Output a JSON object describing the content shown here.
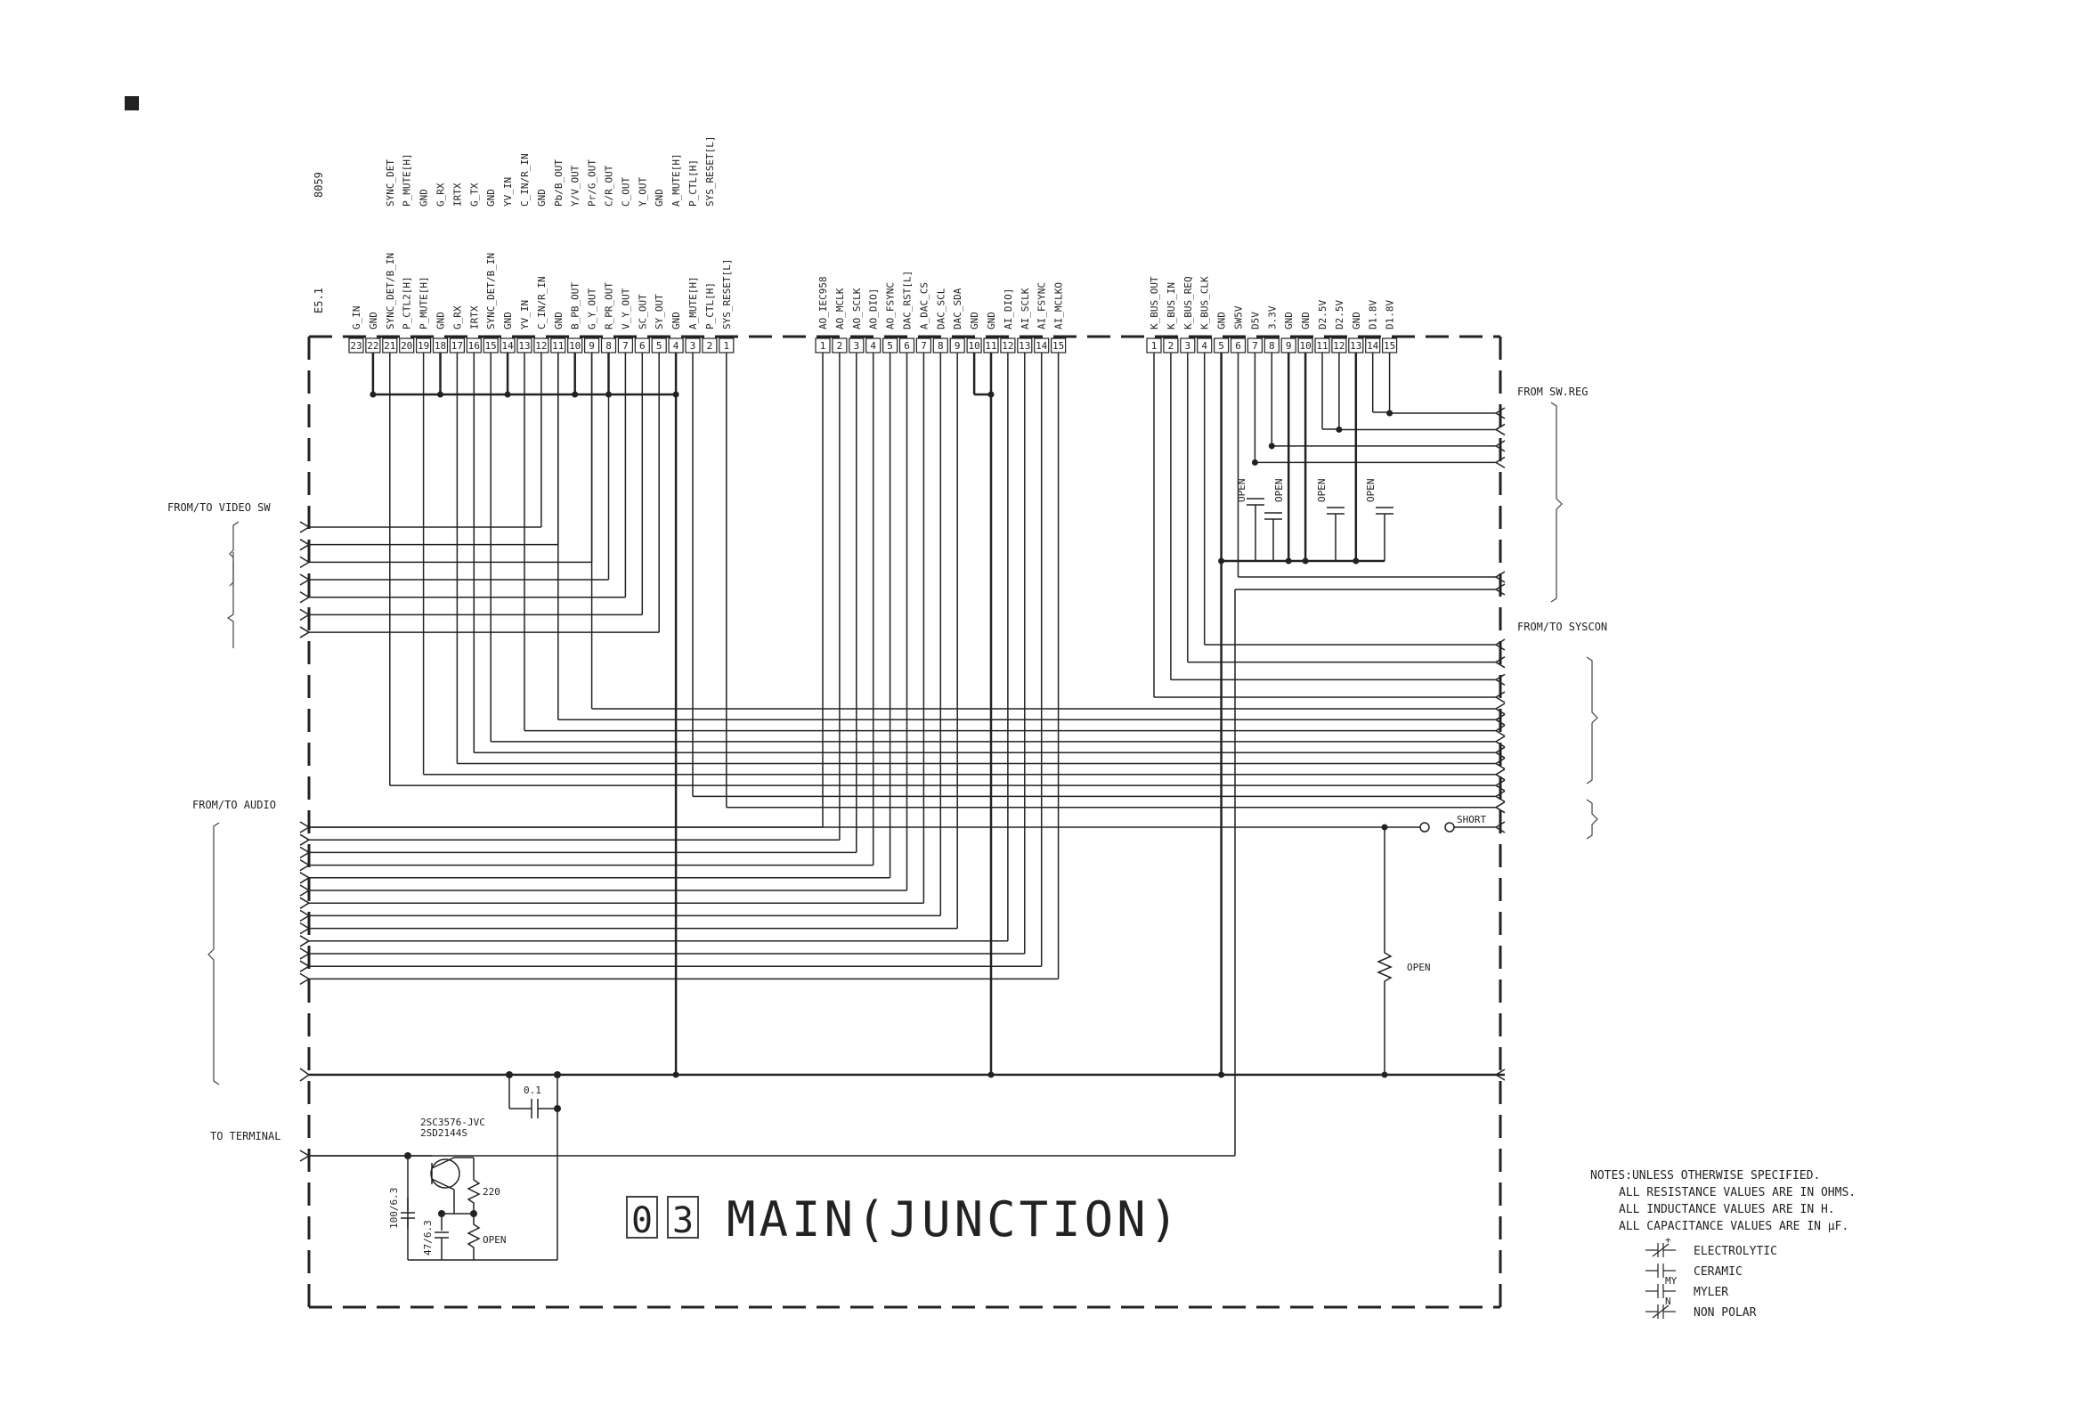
{
  "board": {
    "number_digits": [
      "0",
      "3"
    ],
    "title": "MAIN(JUNCTION)",
    "header_labels": [
      "E5.1",
      "8059"
    ]
  },
  "connectors": [
    {
      "pins": [
        {
          "n": "23",
          "set_a": "G_IN",
          "set_b": ""
        },
        {
          "n": "22",
          "set_a": "GND",
          "set_b": ""
        },
        {
          "n": "21",
          "set_a": "SYNC_DET/B_IN",
          "set_b": "SYNC_DET"
        },
        {
          "n": "20",
          "set_a": "P_CTL2[H]",
          "set_b": "P_MUTE[H]"
        },
        {
          "n": "19",
          "set_a": "P_MUTE[H]",
          "set_b": "GND"
        },
        {
          "n": "18",
          "set_a": "GND",
          "set_b": "G_RX"
        },
        {
          "n": "17",
          "set_a": "G_RX",
          "set_b": "IRTX"
        },
        {
          "n": "16",
          "set_a": "IRTX",
          "set_b": "G_TX"
        },
        {
          "n": "15",
          "set_a": "SYNC_DET/B_IN",
          "set_b": "GND"
        },
        {
          "n": "14",
          "set_a": "GND",
          "set_b": "YV_IN"
        },
        {
          "n": "13",
          "set_a": "YV_IN",
          "set_b": "C_IN/R_IN"
        },
        {
          "n": "12",
          "set_a": "C_IN/R_IN",
          "set_b": "GND"
        },
        {
          "n": "11",
          "set_a": "GND",
          "set_b": "Pb/B_OUT"
        },
        {
          "n": "10",
          "set_a": "B_PB_OUT",
          "set_b": "Y/V_OUT"
        },
        {
          "n": "9",
          "set_a": "G_Y_OUT",
          "set_b": "Pr/G_OUT"
        },
        {
          "n": "8",
          "set_a": "R_PR_OUT",
          "set_b": "C/R_OUT"
        },
        {
          "n": "7",
          "set_a": "V_Y_OUT",
          "set_b": "C_OUT"
        },
        {
          "n": "6",
          "set_a": "SC_OUT",
          "set_b": "Y_OUT"
        },
        {
          "n": "5",
          "set_a": "SY_OUT",
          "set_b": "GND"
        },
        {
          "n": "4",
          "set_a": "GND",
          "set_b": "A_MUTE[H]"
        },
        {
          "n": "3",
          "set_a": "A_MUTE[H]",
          "set_b": "P_CTL[H]"
        },
        {
          "n": "2",
          "set_a": "P_CTL[H]",
          "set_b": "SYS_RESET[L]"
        },
        {
          "n": "1",
          "set_a": "SYS_RESET[L]",
          "set_b": ""
        }
      ]
    },
    {
      "pins": [
        {
          "n": "1",
          "set_a": "AO_IEC958",
          "set_b": ""
        },
        {
          "n": "2",
          "set_a": "AO_MCLK",
          "set_b": ""
        },
        {
          "n": "3",
          "set_a": "AO_SCLK",
          "set_b": ""
        },
        {
          "n": "4",
          "set_a": "AO_DIO]",
          "set_b": ""
        },
        {
          "n": "5",
          "set_a": "AO_FSYNC",
          "set_b": ""
        },
        {
          "n": "6",
          "set_a": "DAC_RST[L]",
          "set_b": ""
        },
        {
          "n": "7",
          "set_a": "A_DAC_CS",
          "set_b": ""
        },
        {
          "n": "8",
          "set_a": "DAC_SCL",
          "set_b": ""
        },
        {
          "n": "9",
          "set_a": "DAC_SDA",
          "set_b": ""
        },
        {
          "n": "10",
          "set_a": "GND",
          "set_b": ""
        },
        {
          "n": "11",
          "set_a": "GND",
          "set_b": ""
        },
        {
          "n": "12",
          "set_a": "AI_DIO]",
          "set_b": ""
        },
        {
          "n": "13",
          "set_a": "AI_SCLK",
          "set_b": ""
        },
        {
          "n": "14",
          "set_a": "AI_FSYNC",
          "set_b": ""
        },
        {
          "n": "15",
          "set_a": "AI_MCLKO",
          "set_b": ""
        }
      ]
    },
    {
      "pins": [
        {
          "n": "1",
          "set_a": "K_BUS_OUT",
          "set_b": ""
        },
        {
          "n": "2",
          "set_a": "K_BUS_IN",
          "set_b": ""
        },
        {
          "n": "3",
          "set_a": "K_BUS_REQ",
          "set_b": ""
        },
        {
          "n": "4",
          "set_a": "K_BUS_CLK",
          "set_b": ""
        },
        {
          "n": "5",
          "set_a": "GND",
          "set_b": ""
        },
        {
          "n": "6",
          "set_a": "SW5V",
          "set_b": ""
        },
        {
          "n": "7",
          "set_a": "D5V",
          "set_b": ""
        },
        {
          "n": "8",
          "set_a": "3.3V",
          "set_b": ""
        },
        {
          "n": "9",
          "set_a": "GND",
          "set_b": ""
        },
        {
          "n": "10",
          "set_a": "GND",
          "set_b": ""
        },
        {
          "n": "11",
          "set_a": "D2.5V",
          "set_b": ""
        },
        {
          "n": "12",
          "set_a": "D2.5V",
          "set_b": ""
        },
        {
          "n": "13",
          "set_a": "GND",
          "set_b": ""
        },
        {
          "n": "14",
          "set_a": "D1.8V",
          "set_b": ""
        },
        {
          "n": "15",
          "set_a": "D1.8V",
          "set_b": ""
        }
      ]
    }
  ],
  "edge_labels": {
    "video_sw": "FROM/TO VIDEO SW",
    "audio": "FROM/TO AUDIO",
    "terminal": "TO TERMINAL",
    "sw_reg": "FROM SW.REG",
    "syscon": "FROM/TO SYSCON"
  },
  "components": {
    "cap_open_labels": [
      "OPEN",
      "OPEN",
      "OPEN",
      "OPEN"
    ],
    "resistor_open": "OPEN",
    "short": "SHORT",
    "cap_01": "0.1",
    "transistor_line1": "2SC3576-JVC",
    "transistor_line2": "2SD2144S",
    "r220": "220",
    "r_open": "OPEN",
    "c_100": "100/6.3",
    "c_47": "47/6.3"
  },
  "notes": {
    "lines": [
      "NOTES:UNLESS OTHERWISE SPECIFIED.",
      "ALL RESISTANCE VALUES ARE IN OHMS.",
      "ALL INDUCTANCE VALUES ARE IN H.",
      "ALL CAPACITANCE VALUES ARE IN µF."
    ],
    "legend": [
      "ELECTROLYTIC",
      "CERAMIC",
      "MYLER",
      "NON POLAR"
    ],
    "legend_marks": [
      "+",
      "",
      "MY",
      "N"
    ]
  }
}
